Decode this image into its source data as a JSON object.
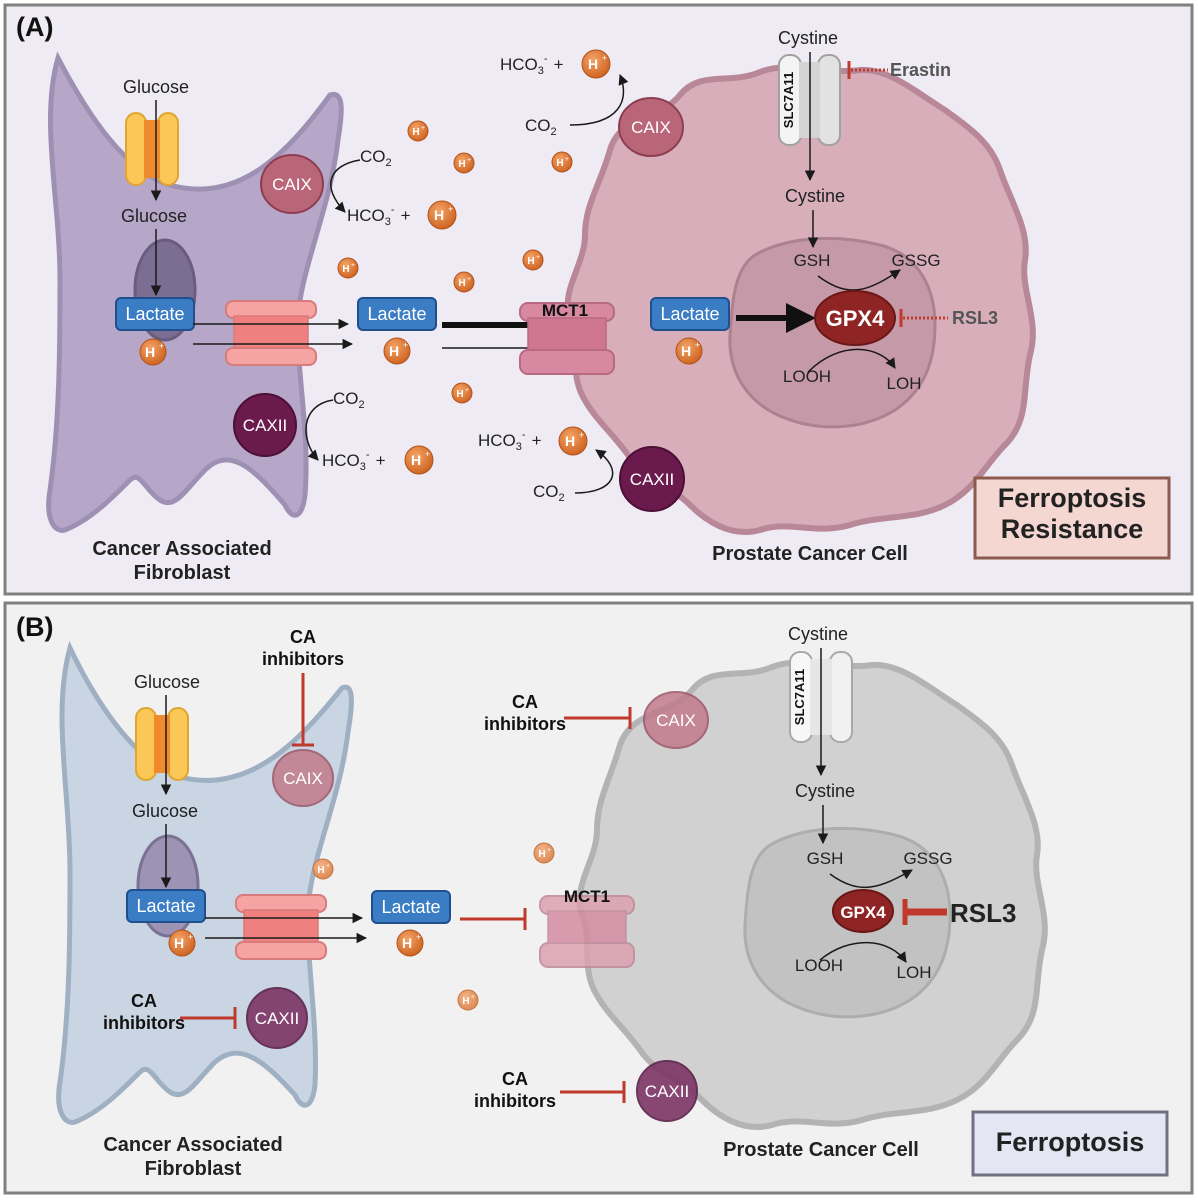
{
  "panel_a": {
    "label": "(A)",
    "caf": {
      "glucose_top": "Glucose",
      "glucose_inside": "Glucose",
      "lactate": "Lactate",
      "caix": "CAIX",
      "caxii": "CAXII",
      "name_line1": "Cancer Associated",
      "name_line2": "Fibroblast"
    },
    "extracellular": {
      "lactate": "Lactate",
      "mct1": "MCT1",
      "co2": "CO",
      "co2_sub": "2",
      "hco3": "HCO",
      "hco3_sub": "3",
      "hco3_sup": "-",
      "plus": "+",
      "h": "H",
      "h_sup": "+"
    },
    "pcc": {
      "cystine_out": "Cystine",
      "slc7a11": "SLC7A11",
      "erastin": "Erastin",
      "cystine_in": "Cystine",
      "gsh": "GSH",
      "gssg": "GSSG",
      "gpx4": "GPX4",
      "rsl3": "RSL3",
      "looh": "LOOH",
      "loh": "LOH",
      "lactate": "Lactate",
      "caix": "CAIX",
      "caxii": "CAXII",
      "name": "Prostate Cancer Cell"
    },
    "outcome_line1": "Ferroptosis",
    "outcome_line2": "Resistance"
  },
  "panel_b": {
    "label": "(B)",
    "caf": {
      "glucose_top": "Glucose",
      "glucose_inside": "Glucose",
      "lactate": "Lactate",
      "caix": "CAIX",
      "caxii": "CAXII",
      "name_line1": "Cancer Associated",
      "name_line2": "Fibroblast"
    },
    "ca_inhibitors_line1": "CA",
    "ca_inhibitors_line2": "inhibitors",
    "extracellular": {
      "lactate": "Lactate",
      "mct1": "MCT1",
      "h": "H",
      "h_sup": "+"
    },
    "pcc": {
      "cystine_out": "Cystine",
      "slc7a11": "SLC7A11",
      "cystine_in": "Cystine",
      "gsh": "GSH",
      "gssg": "GSSG",
      "gpx4": "GPX4",
      "rsl3": "RSL3",
      "looh": "LOOH",
      "loh": "LOH",
      "caix": "CAIX",
      "caxii": "CAXII",
      "name": "Prostate Cancer Cell"
    },
    "outcome": "Ferroptosis"
  },
  "colors": {
    "panel_a_bg": "#efebf4",
    "panel_b_bg": "#f1f1f1",
    "panel_border": "#808080",
    "caf_a_fill": "#b3a4c6",
    "caf_b_fill": "#c9d5e3",
    "pcc_a_fill": "#d7aeba",
    "pcc_b_fill": "#d1d1d1",
    "lactate_box": "#3b7dc4",
    "proton": "#de7a34",
    "caix": "#b96679",
    "caxii": "#6a1a4d",
    "gpx4": "#8e2423",
    "inhibitor": "#c0392b",
    "outcome_a_bg": "#f5d7d2",
    "outcome_a_border": "#8d5a4e",
    "outcome_b_bg": "#e4e7f3",
    "outcome_b_border": "#6f7183"
  }
}
